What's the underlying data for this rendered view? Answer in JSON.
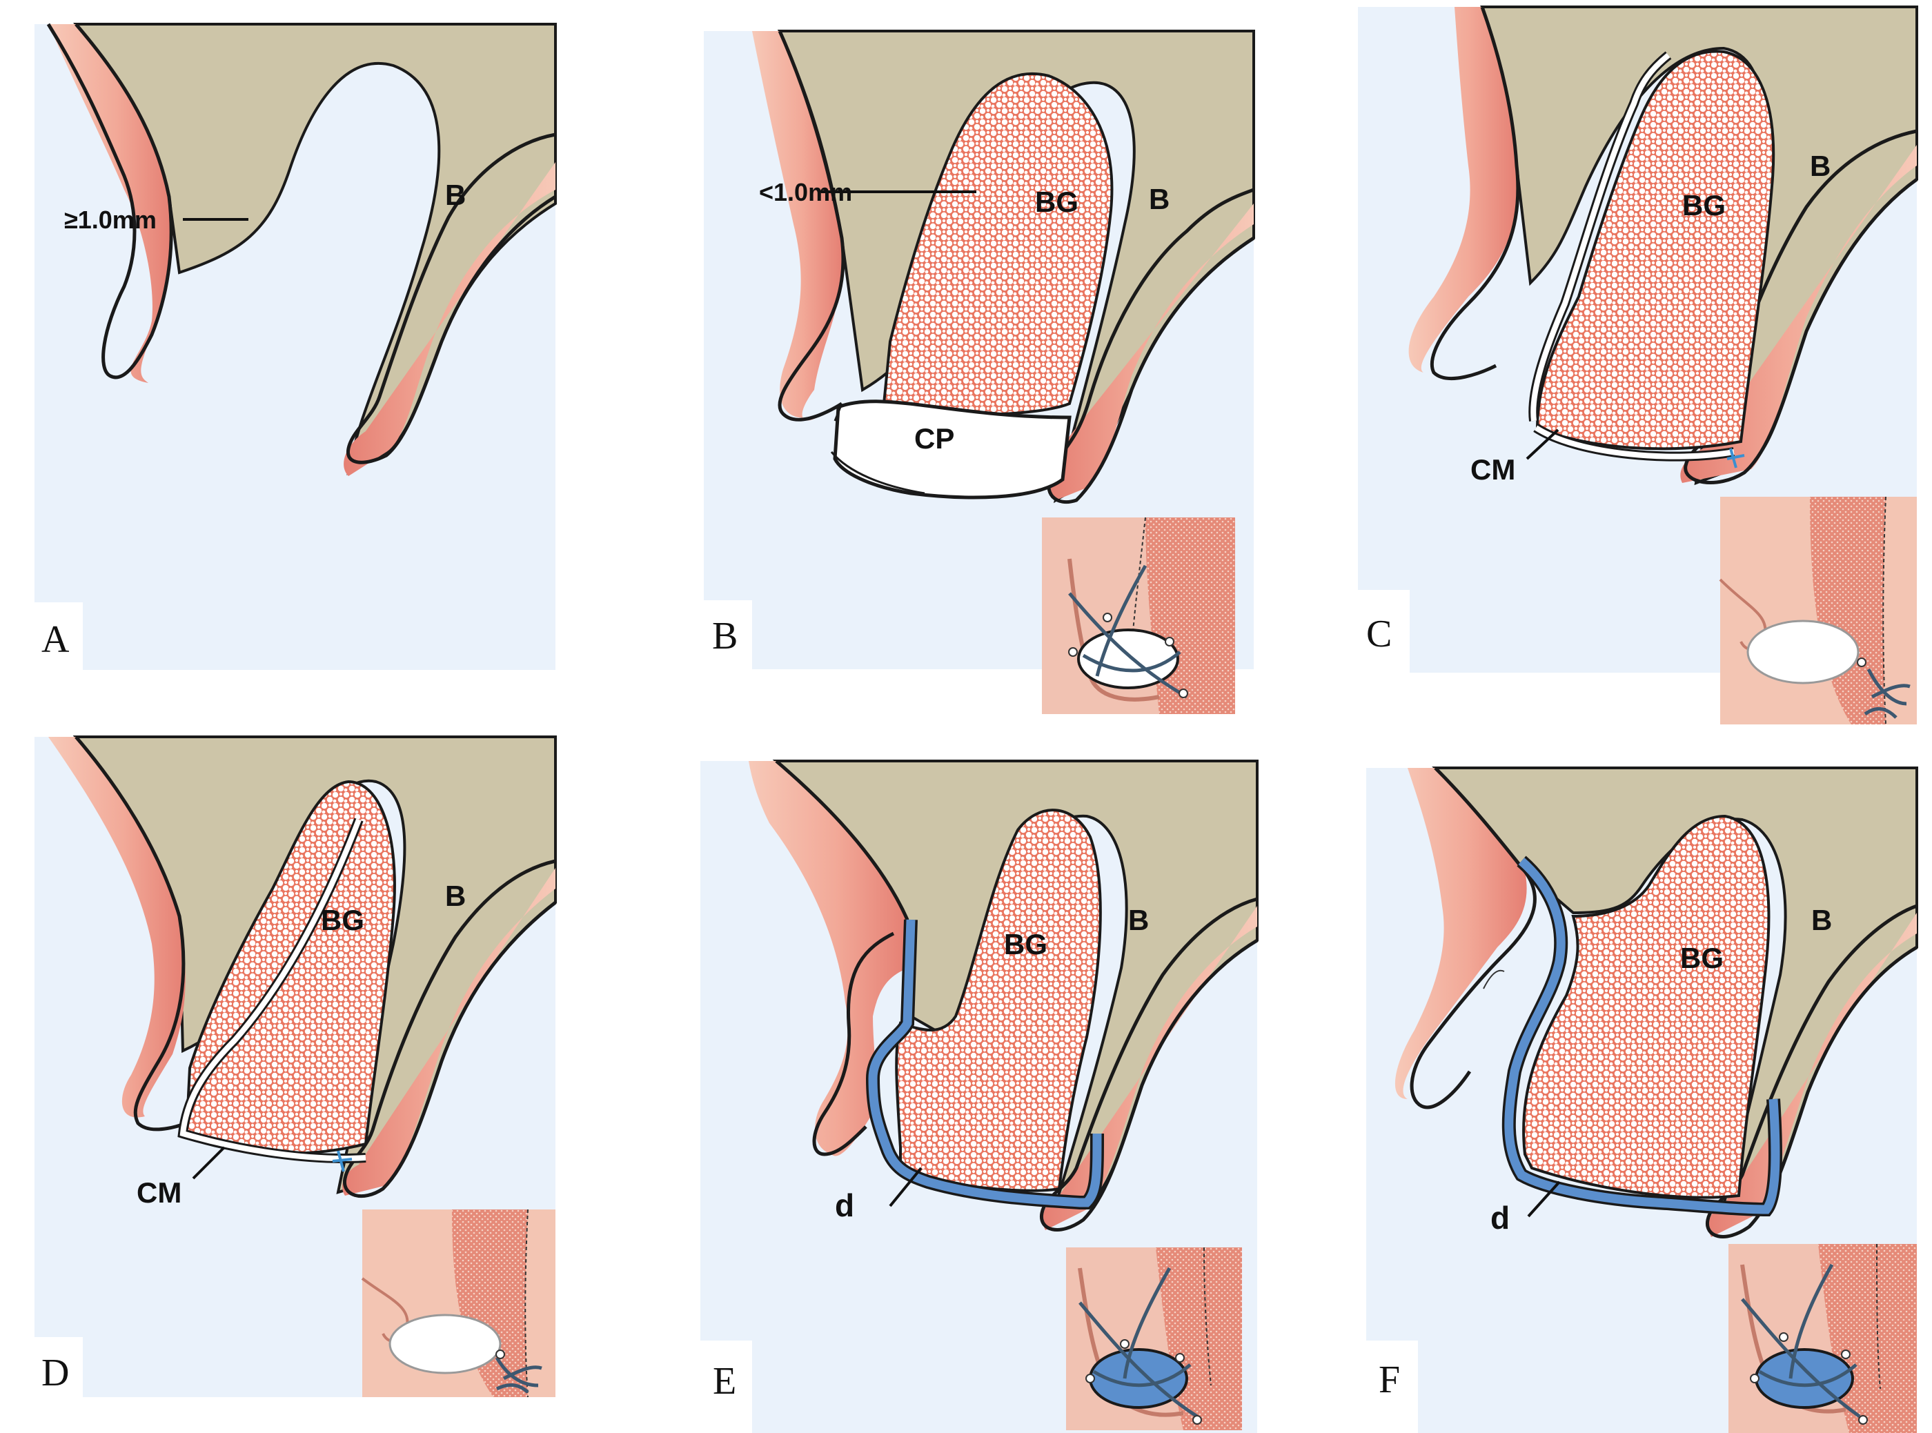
{
  "colors": {
    "background": "#eaf2fb",
    "bone": "#cdc5a8",
    "gingiva": "#f2a998",
    "gingiva_light": "#f7cbb9",
    "graft": "#e9755f",
    "membrane_blue": "#5b8fcd",
    "outline": "#1a1a1a"
  },
  "panels": [
    {
      "letter": "A",
      "annotations": {
        "measure": "≥1.0mm",
        "bone": "B"
      }
    },
    {
      "letter": "B",
      "annotations": {
        "measure": "<1.0mm",
        "graft": "BG",
        "bone": "B",
        "plug": "CP"
      }
    },
    {
      "letter": "C",
      "annotations": {
        "graft": "BG",
        "bone": "B",
        "membrane": "CM"
      }
    },
    {
      "letter": "D",
      "annotations": {
        "graft": "BG",
        "bone": "B",
        "membrane": "CM"
      }
    },
    {
      "letter": "E",
      "annotations": {
        "graft": "BG",
        "bone": "B",
        "membrane": "d"
      }
    },
    {
      "letter": "F",
      "annotations": {
        "graft": "BG",
        "bone": "B",
        "membrane": "d"
      }
    }
  ]
}
